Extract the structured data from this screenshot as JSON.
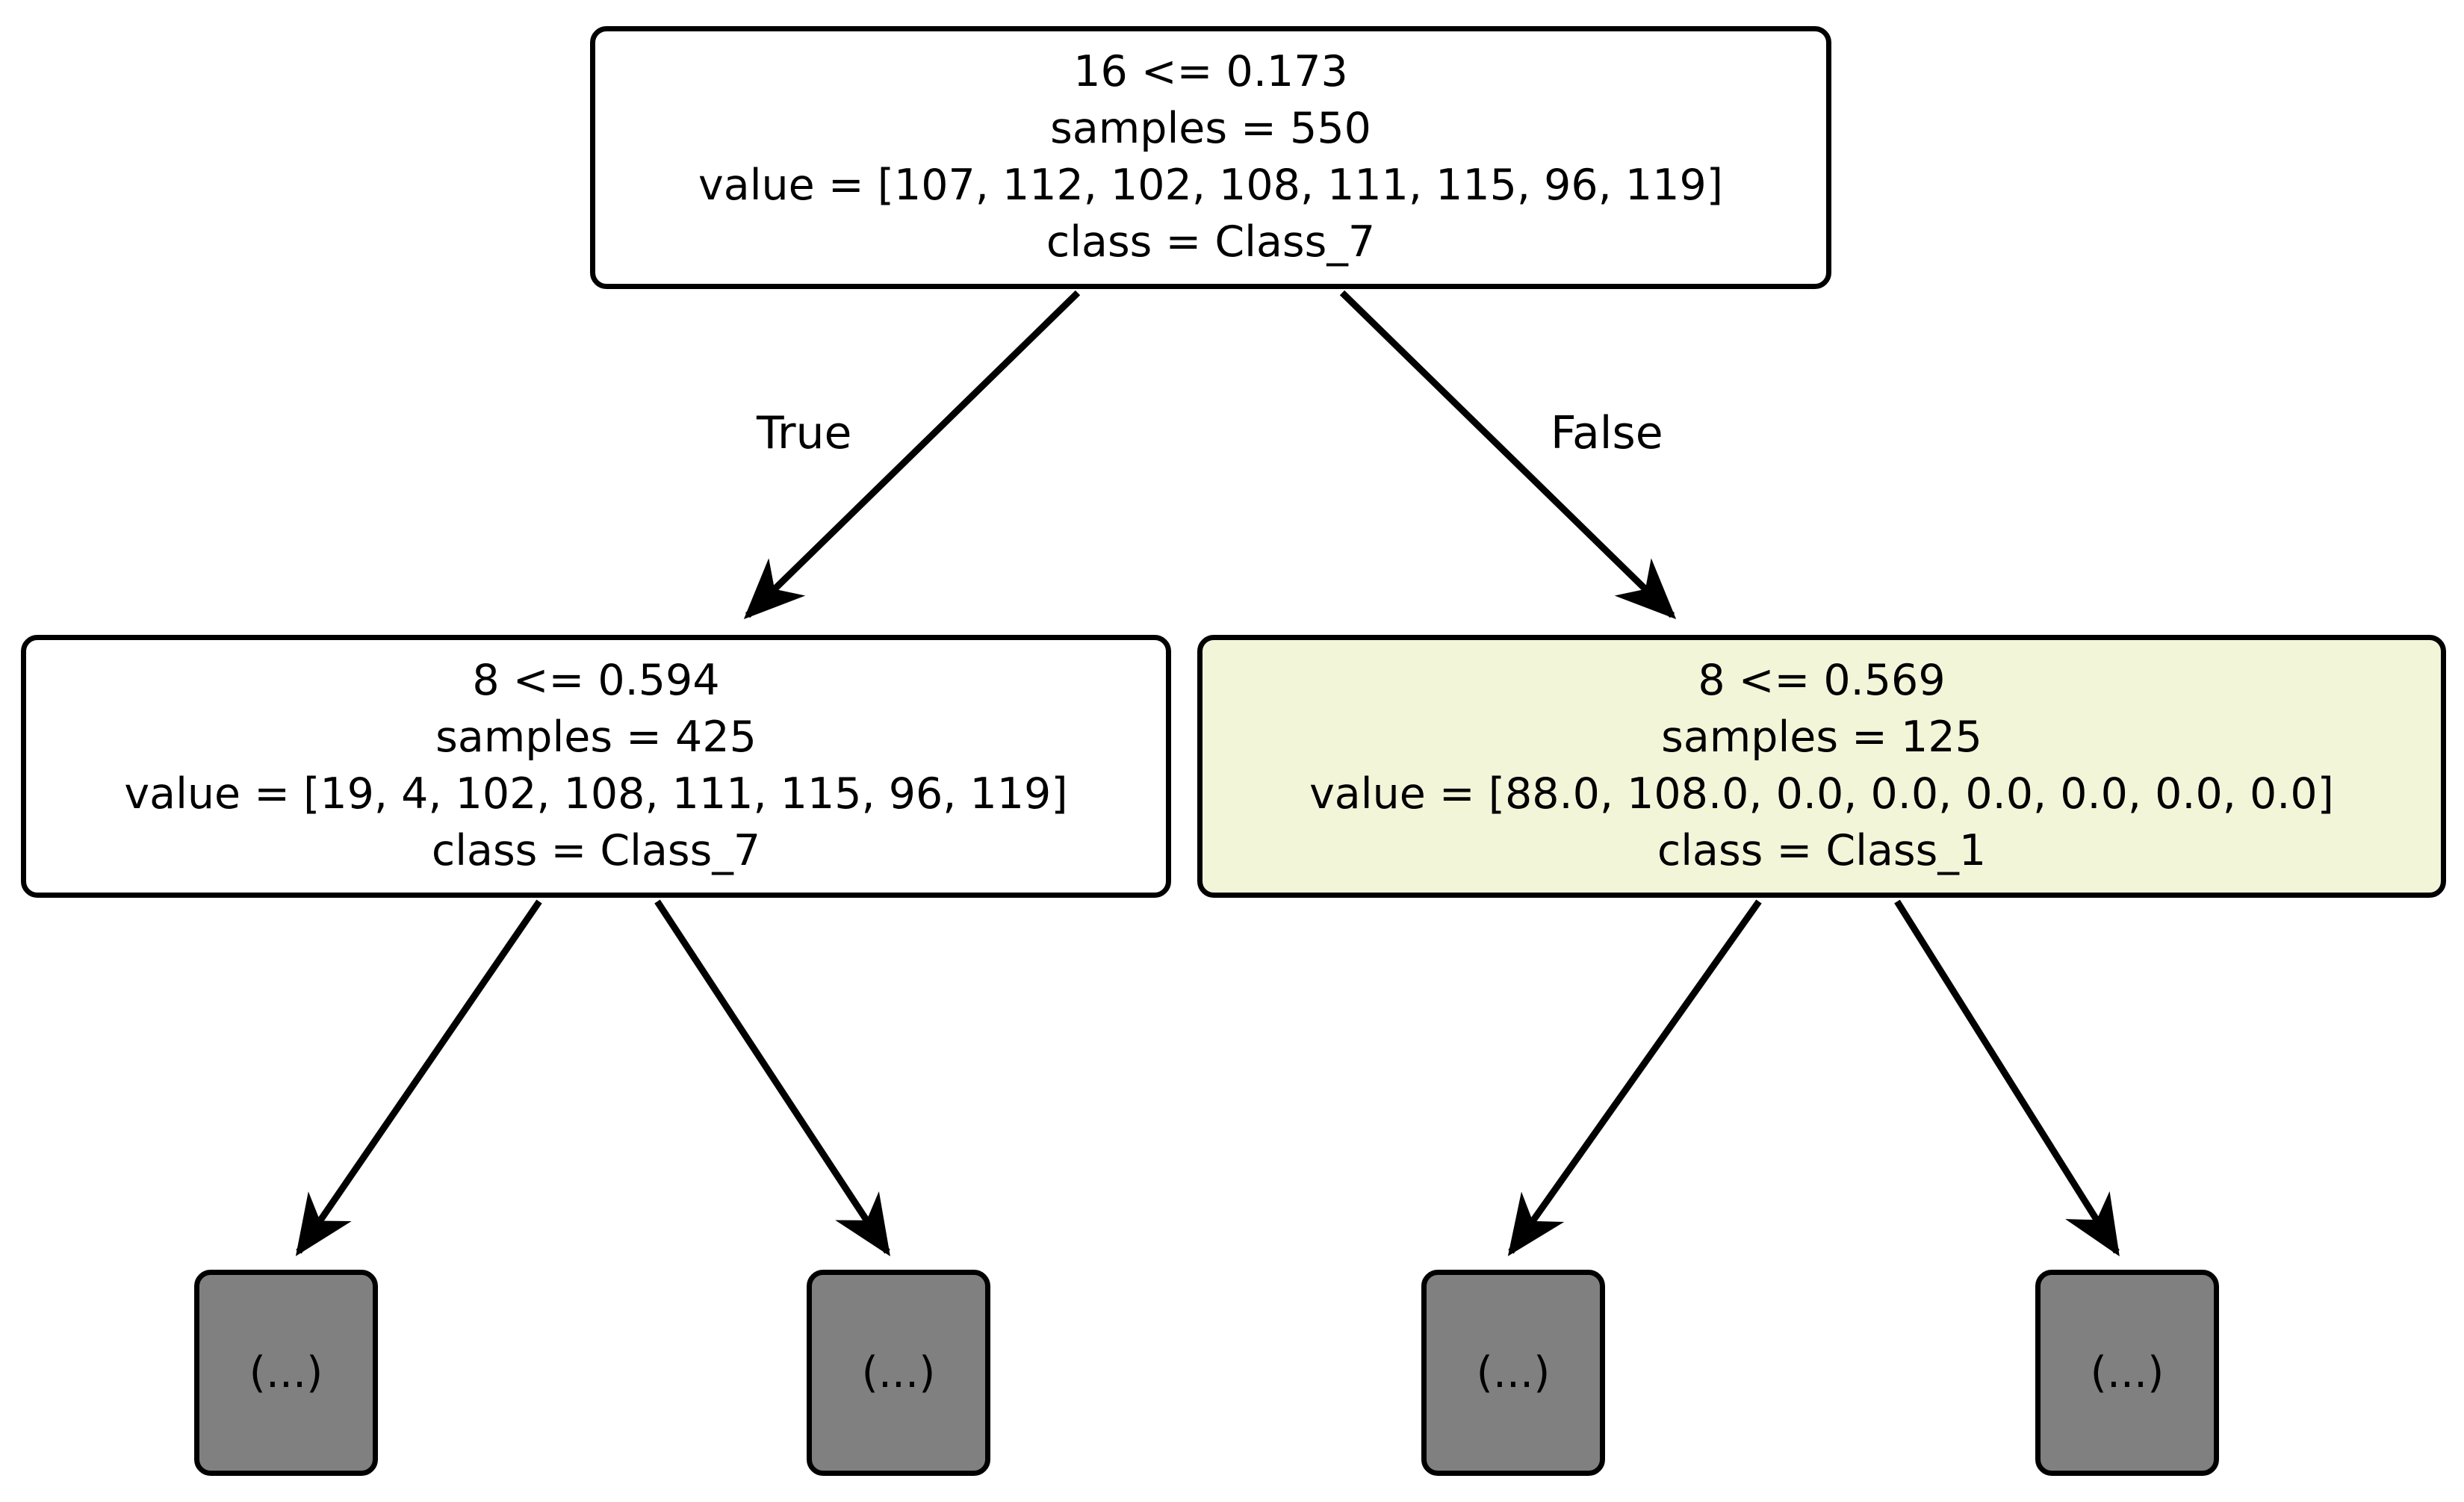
{
  "diagram": {
    "type": "decision-tree",
    "background_color": "#ffffff",
    "border_color": "#000000",
    "edge_labels": {
      "true": "True",
      "false": "False"
    },
    "nodes": [
      {
        "id": "root",
        "role": "root",
        "fill_color": "#ffffff",
        "feature": "16",
        "threshold": "0.173",
        "lines": [
          "16 <= 0.173",
          "samples = 550",
          "value = [107, 112, 102, 108, 111, 115, 96, 119]",
          "class = Class_7"
        ],
        "condition": "16 <= 0.173",
        "samples": "samples = 550",
        "value": "value = [107, 112, 102, 108, 111, 115, 96, 119]",
        "class": "class = Class_7",
        "samples_count": 550,
        "value_array": [
          107,
          112,
          102,
          108,
          111,
          115,
          96,
          119
        ],
        "class_name": "Class_7"
      },
      {
        "id": "left",
        "role": "internal",
        "fill_color": "#ffffff",
        "feature": "8",
        "threshold": "0.594",
        "lines": [
          "8 <= 0.594",
          "samples = 425",
          "value = [19, 4, 102, 108, 111, 115, 96, 119]",
          "class = Class_7"
        ],
        "condition": "8 <= 0.594",
        "samples": "samples = 425",
        "value": "value = [19, 4, 102, 108, 111, 115, 96, 119]",
        "class": "class = Class_7",
        "samples_count": 425,
        "value_array": [
          19,
          4,
          102,
          108,
          111,
          115,
          96,
          119
        ],
        "class_name": "Class_7"
      },
      {
        "id": "right",
        "role": "internal",
        "fill_color": "#f2f5d8",
        "feature": "8",
        "threshold": "0.569",
        "lines": [
          "8 <= 0.569",
          "samples = 125",
          "value = [88.0, 108.0, 0.0, 0.0, 0.0, 0.0, 0.0, 0.0]",
          "class = Class_1"
        ],
        "condition": "8 <= 0.569",
        "samples": "samples = 125",
        "value": "value = [88.0, 108.0, 0.0, 0.0, 0.0, 0.0, 0.0, 0.0]",
        "class": "class = Class_1",
        "samples_count": 125,
        "value_array": [
          88.0,
          108.0,
          0.0,
          0.0,
          0.0,
          0.0,
          0.0,
          0.0
        ],
        "class_name": "Class_1"
      }
    ],
    "truncated_leaves": [
      {
        "id": "leaf-0",
        "label": "(...)",
        "fill_color": "#808080"
      },
      {
        "id": "leaf-1",
        "label": "(...)",
        "fill_color": "#808080"
      },
      {
        "id": "leaf-2",
        "label": "(...)",
        "fill_color": "#808080"
      },
      {
        "id": "leaf-3",
        "label": "(...)",
        "fill_color": "#808080"
      }
    ]
  }
}
